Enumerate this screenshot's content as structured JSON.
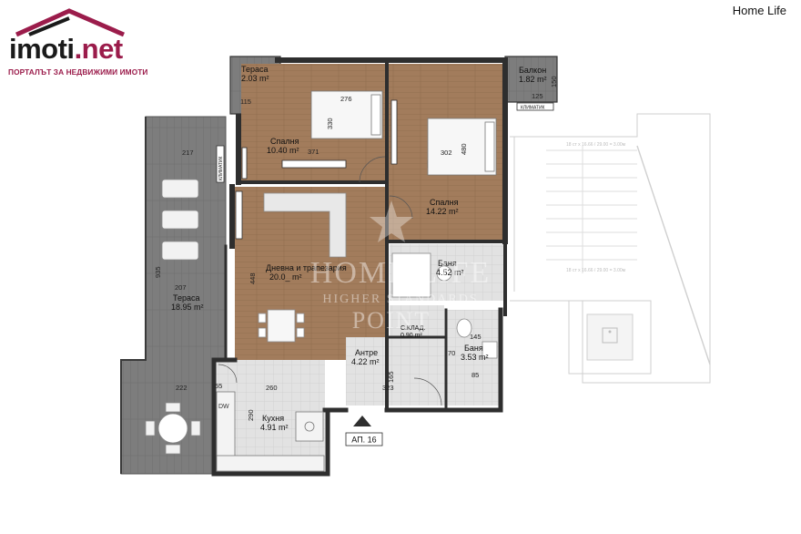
{
  "header": {
    "logo_text": "imoti",
    "logo_dot": ".net",
    "logo_tagline": "ПОРТАЛЪТ ЗА НЕДВИЖИМИ ИМОТИ",
    "brand": "Home Life"
  },
  "watermark": {
    "line1": "HOME LIFE",
    "line2": "HIGHER STANDARDS",
    "line3": "POINT"
  },
  "colors": {
    "wood": "#a07a5a",
    "terrace": "#7a7a7a",
    "wall": "#2e2e2e",
    "tile": "#d9d9d9",
    "logo_accent": "#9b1c4b"
  },
  "rooms": {
    "terrace_small": {
      "name": "Тераса",
      "area": "2.03 m²"
    },
    "bedroom1": {
      "name": "Спалня",
      "area": "10.40 m²"
    },
    "balcony": {
      "name": "Балкон",
      "area": "1.82 m²"
    },
    "bedroom2": {
      "name": "Спалня",
      "area": "14.22 m²"
    },
    "living": {
      "name": "Дневна и трапезария",
      "area": "20.0_ m²"
    },
    "bath1": {
      "name": "Баня",
      "area": "4.52 m²"
    },
    "closet": {
      "name": "С.КЛАД.",
      "area": "0.90 m²"
    },
    "hall": {
      "name": "Антре",
      "area": "4.22 m²"
    },
    "bath2": {
      "name": "Баня",
      "area": "3.53 m²"
    },
    "kitchen": {
      "name": "Кухня",
      "area": "4.91 m²"
    },
    "terrace_big": {
      "name": "Тераса",
      "area": "18.95 m²"
    }
  },
  "ac_label": "КЛИМАТИК",
  "dimensions": [
    "276",
    "330",
    "371",
    "302",
    "480",
    "217",
    "935",
    "207",
    "222",
    "260",
    "448",
    "323",
    "165",
    "115",
    "125",
    "150",
    "290",
    "145",
    "85",
    "70",
    "55"
  ],
  "stairs": {
    "upper": "18 ст x 16.66 / 29.00 = 3.00м",
    "lower": "18 ст x 16.66 / 29.00 = 3.00м"
  },
  "entrance_label": "АП. 16",
  "appliance": "DW"
}
